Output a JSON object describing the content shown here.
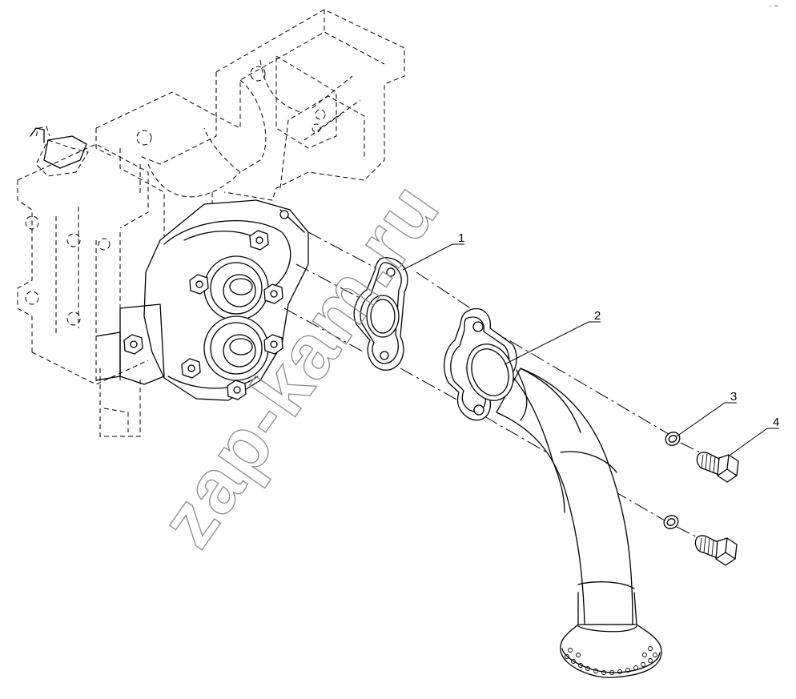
{
  "diagram": {
    "callouts": [
      {
        "id": "1",
        "label": "1"
      },
      {
        "id": "2",
        "label": "2"
      },
      {
        "id": "3",
        "label": "3"
      },
      {
        "id": "4",
        "label": "4"
      }
    ],
    "watermark": "zap-kam.ru",
    "corner_mark": "⌐ ━"
  }
}
